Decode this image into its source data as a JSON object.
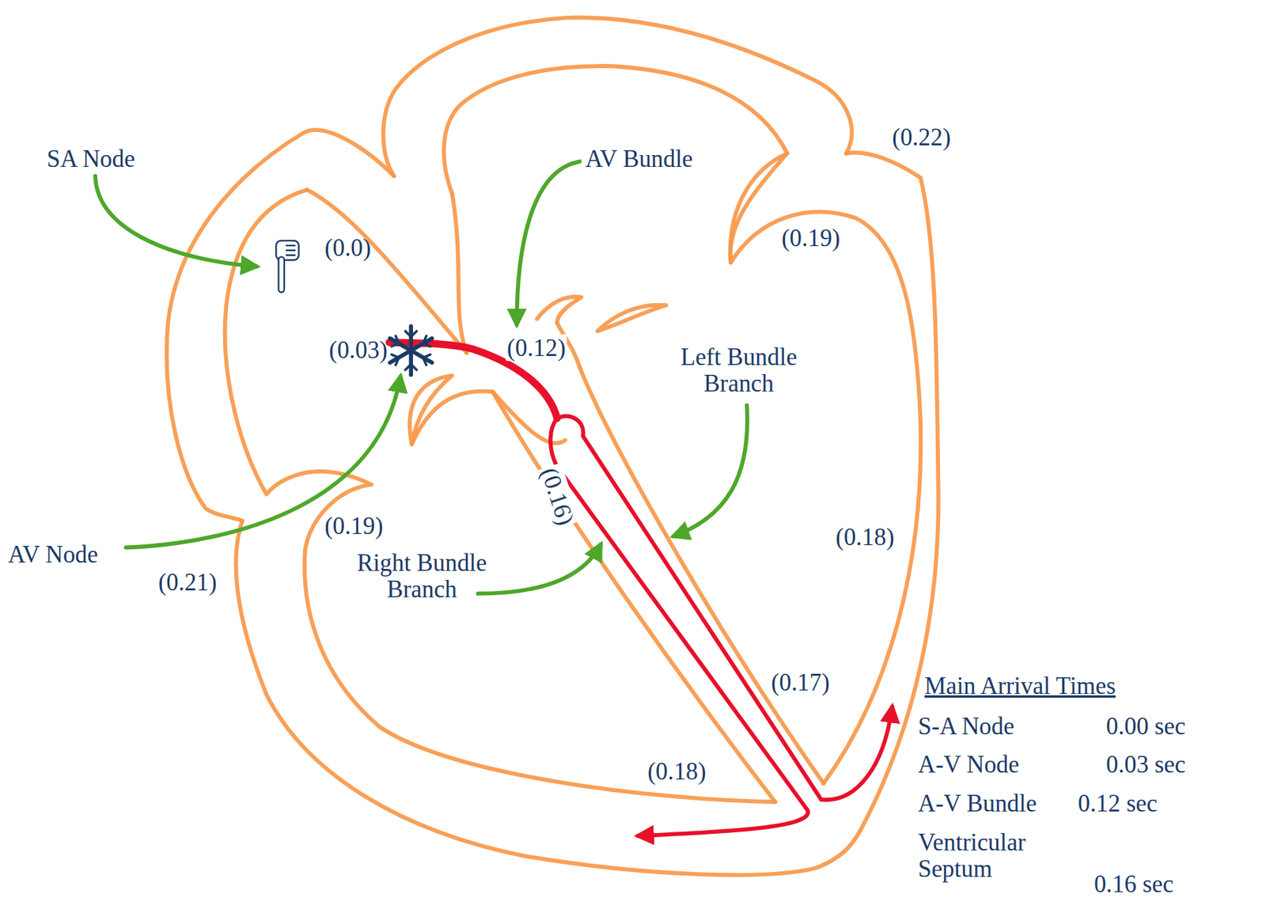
{
  "diagram": {
    "labels": [
      "(0.22)",
      "SA Node",
      "AV Bundle",
      "(0.0)",
      "(0.19)",
      "(0.03)",
      "(0.12)",
      "Left Bundle Branch",
      "(0.16)",
      "(0.19)",
      "(0.18)",
      "AV Node",
      "Right Bundle Branch",
      "(0.21)",
      "(0.17)",
      "(0.18)",
      "Main Arrival Times",
      "S-A Node",
      "0.00 sec",
      "A-V Node",
      "0.03 sec",
      "A-V Bundle",
      "0.12 sec",
      "Ventricular Septum",
      "0.16 sec"
    ]
  }
}
